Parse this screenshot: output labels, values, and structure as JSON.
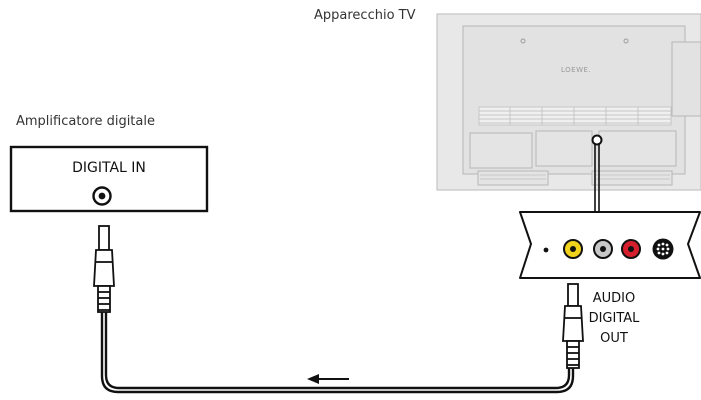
{
  "diagram": {
    "tv_label": "Apparecchio TV",
    "tv_brand": "LOEWE.",
    "amplifier_label": "Amplificatore digitale",
    "digital_in_label": "DIGITAL IN",
    "audio_out_lines": [
      "AUDIO",
      "DIGITAL",
      "OUT"
    ],
    "colors": {
      "tv_fill": "#e6e6e6",
      "tv_stroke": "#b8b8b8",
      "line": "#111111",
      "yellow_jack": "#f2d31b",
      "red_jack": "#d61f2c",
      "grey_jack": "#c8c8c8"
    }
  }
}
